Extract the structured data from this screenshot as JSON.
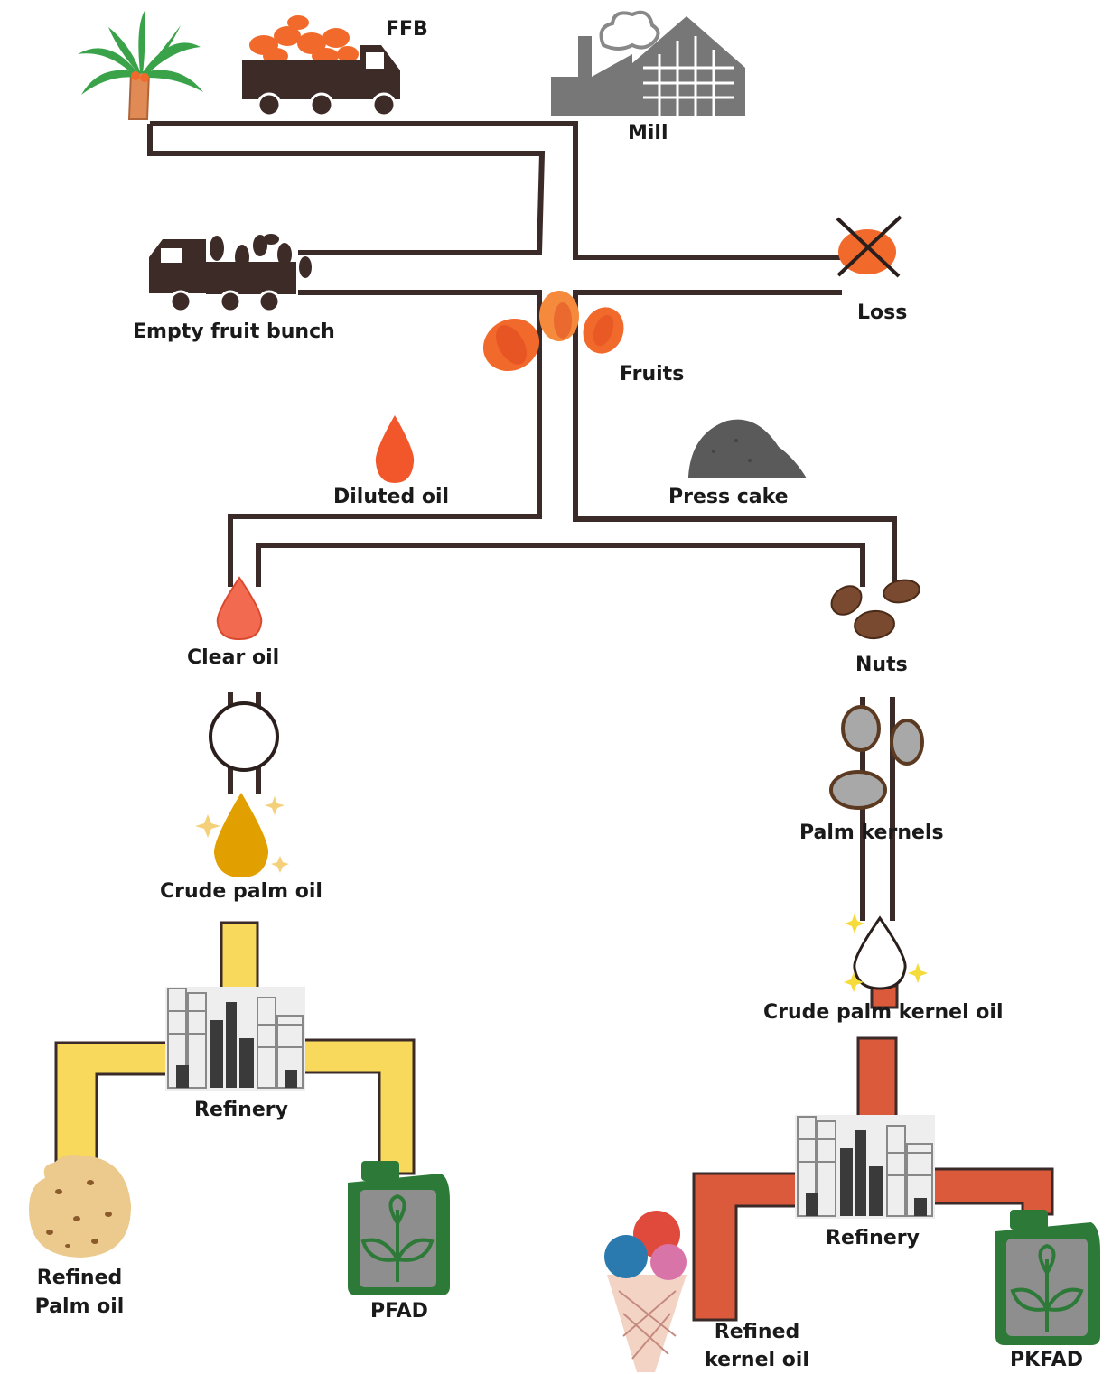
{
  "colors": {
    "pipe": "#3a2a28",
    "yellow_pipe": "#f8d95c",
    "red_pipe": "#dc5a3c",
    "fruit": "#f26a2b",
    "truck": "#3d2b27",
    "gray": "#777777",
    "jug": "#2d7a38"
  },
  "icons": {
    "palm": "palm-tree-icon",
    "ffb_truck": "truck-icon",
    "mill": "factory-icon",
    "efb_truck": "truck-icon",
    "loss": "cross-icon",
    "fruits": "palm-fruit-icon",
    "drop": "drop-icon",
    "press_cake": "pile-icon",
    "nuts": "nut-icon",
    "kernels": "kernel-icon",
    "refinery": "refinery-icon",
    "cookie": "cookie-icon",
    "ice_cream": "ice-cream-icon",
    "jug": "jerrycan-icon"
  },
  "labels": {
    "ffb": "FFB",
    "mill": "Mill",
    "efb": "Empty fruit bunch",
    "loss": "Loss",
    "fruits": "Fruits",
    "diluted_oil": "Diluted oil",
    "press_cake": "Press cake",
    "clear_oil": "Clear oil",
    "nuts": "Nuts",
    "palm_kernels": "Palm kernels",
    "crude_palm_oil": "Crude palm oil",
    "crude_palm_kernel_oil": "Crude palm kernel oil",
    "refinery_left": "Refinery",
    "refinery_right": "Refinery",
    "refined_palm_oil_1": "Refined",
    "refined_palm_oil_2": "Palm oil",
    "pfad": "PFAD",
    "refined_kernel_oil_1": "Refined",
    "refined_kernel_oil_2": "kernel oil",
    "pkfad": "PKFAD"
  }
}
